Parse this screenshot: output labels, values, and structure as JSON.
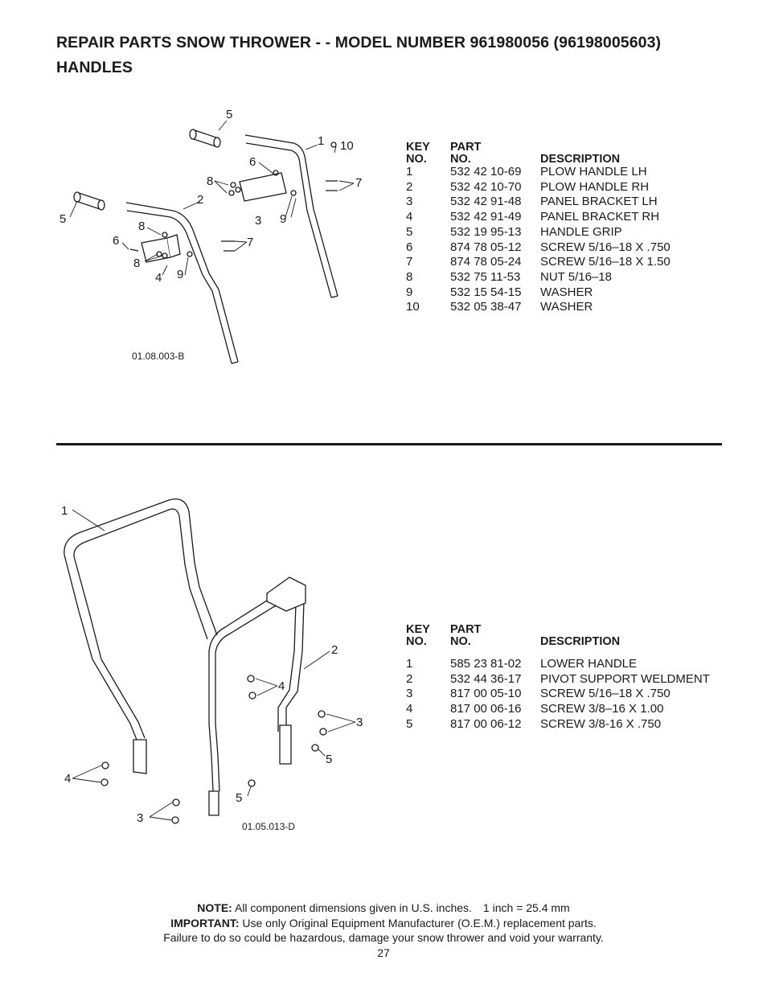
{
  "header": {
    "line1": "REPAIR PARTS  SNOW THROWER - - MODEL NUMBER  961980056 (96198005603)",
    "line2": "HANDLES"
  },
  "section1": {
    "figure_id": "01.08.003-B",
    "columns": {
      "key_a": "KEY",
      "key_b": "NO.",
      "part_a": "PART",
      "part_b": "NO.",
      "desc": "DESCRIPTION"
    },
    "parts": [
      {
        "key": "1",
        "part": "532 42 10-69",
        "desc": "PLOW HANDLE LH"
      },
      {
        "key": "2",
        "part": "532 42 10-70",
        "desc": "PLOW HANDLE RH"
      },
      {
        "key": "3",
        "part": "532 42 91-48",
        "desc": "PANEL BRACKET LH"
      },
      {
        "key": "4",
        "part": "532 42 91-49",
        "desc": "PANEL BRACKET RH"
      },
      {
        "key": "5",
        "part": "532 19 95-13",
        "desc": "HANDLE GRIP"
      },
      {
        "key": "6",
        "part": "874 78 05-12",
        "desc": "SCREW 5/16–18 X .750"
      },
      {
        "key": "7",
        "part": "874 78 05-24",
        "desc": "SCREW 5/16–18 X 1.50"
      },
      {
        "key": "8",
        "part": "532 75 11-53",
        "desc": "NUT 5/16–18"
      },
      {
        "key": "9",
        "part": "532 15 54-15",
        "desc": "WASHER"
      },
      {
        "key": "10",
        "part": "532 05 38-47",
        "desc": "WASHER"
      }
    ],
    "callouts": [
      "5",
      "1",
      "10",
      "6",
      "8",
      "7",
      "2",
      "5",
      "3",
      "9",
      "8",
      "6",
      "7",
      "8",
      "4",
      "9"
    ]
  },
  "section2": {
    "figure_id": "01.05.013-D",
    "columns": {
      "key_a": "KEY",
      "key_b": "NO.",
      "part_a": "PART",
      "part_b": "NO.",
      "desc": "DESCRIPTION"
    },
    "parts": [
      {
        "key": "1",
        "part": "585 23 81-02",
        "desc": "LOWER HANDLE"
      },
      {
        "key": "2",
        "part": "532 44 36-17",
        "desc": "PIVOT SUPPORT WELDMENT"
      },
      {
        "key": "3",
        "part": "817 00 05-10",
        "desc": "SCREW 5/16–18 X .750"
      },
      {
        "key": "4",
        "part": "817 00 06-16",
        "desc": "SCREW 3/8–16 X 1.00"
      },
      {
        "key": "5",
        "part": "817 00 06-12",
        "desc": "SCREW 3/8-16 X .750"
      }
    ],
    "callouts": [
      "1",
      "2",
      "4",
      "3",
      "5",
      "4",
      "5",
      "3"
    ]
  },
  "footer": {
    "note_label": "NOTE:",
    "note_text": "All component dimensions given in U.S. inches.",
    "conversion": "1 inch = 25.4 mm",
    "important_label": "IMPORTANT:",
    "important_text": "Use only Original Equipment Manufacturer (O.E.M.) replacement parts.",
    "warning": "Failure to do so could be hazardous, damage your snow thrower and void your warranty.",
    "page_number": "27"
  }
}
